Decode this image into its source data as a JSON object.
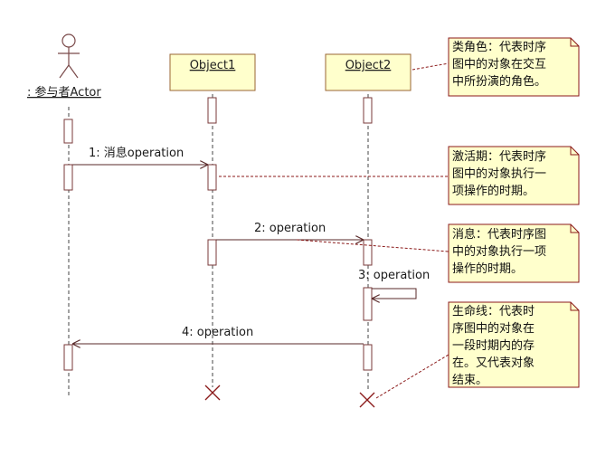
{
  "actor": {
    "label": ": 参与者Actor"
  },
  "objects": [
    {
      "label": "Object1"
    },
    {
      "label": "Object2"
    }
  ],
  "messages": [
    {
      "label": "1: 消息operation"
    },
    {
      "label": "2: operation"
    },
    {
      "label": "3: operation"
    },
    {
      "label": "4: operation"
    }
  ],
  "notes": [
    {
      "lines": [
        "类角色：代表时序",
        "图中的对象在交互",
        "中所扮演的角色。"
      ]
    },
    {
      "lines": [
        "激活期：代表时序",
        "图中的对象执行一",
        "项操作的时期。"
      ]
    },
    {
      "lines": [
        "消息：代表时序图",
        "中的对象执行一项",
        "操作的时期。"
      ]
    },
    {
      "lines": [
        "生命线：代表时",
        "序图中的对象在",
        "一段时期内的存",
        "在。又代表对象",
        "结束。"
      ]
    }
  ],
  "colors": {
    "object_fill": "#ffffcc",
    "object_border": "#996633",
    "note_fill": "#ffffcc",
    "note_border": "#8b1a1a",
    "line": "#5a2a2a",
    "anchor": "#8b1a1a"
  }
}
